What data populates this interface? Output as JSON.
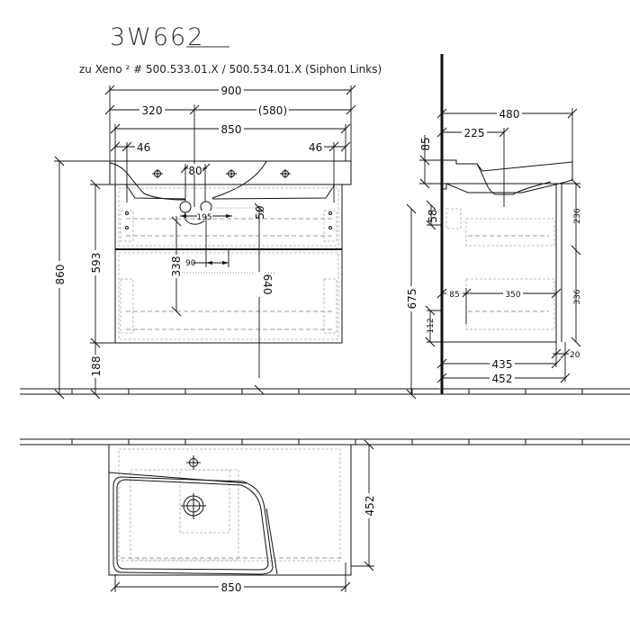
{
  "title": {
    "model": "3W662",
    "subtitle": "zu Xeno ² # 500.533.01.X / 500.534.01.X (Siphon Links)"
  },
  "front_view": {
    "dims": {
      "overall_width": "900",
      "left_offset": "320",
      "right_offset": "(580)",
      "cabinet_width": "850",
      "left_margin": "46",
      "right_margin": "46",
      "tap_spacing": "80",
      "siphon_offset": "195",
      "siphon_height": "50",
      "total_height": "860",
      "cabinet_height": "593",
      "floor_clearance": "188",
      "drawer_height": "338",
      "drawer_offset": "90",
      "drain_height": "640"
    }
  },
  "side_view": {
    "dims": {
      "basin_depth": "480",
      "tap_depth": "225",
      "basin_height": "85",
      "top_gap": "58",
      "upper_drawer": "236",
      "mount_height": "675",
      "drawer_front": "85",
      "drawer_depth": "350",
      "lower_drawer": "336",
      "bottom_gap": "112",
      "cabinet_depth": "435",
      "total_depth": "452",
      "front_thickness": "20"
    }
  },
  "top_view": {
    "dims": {
      "width": "850",
      "depth": "452"
    }
  }
}
